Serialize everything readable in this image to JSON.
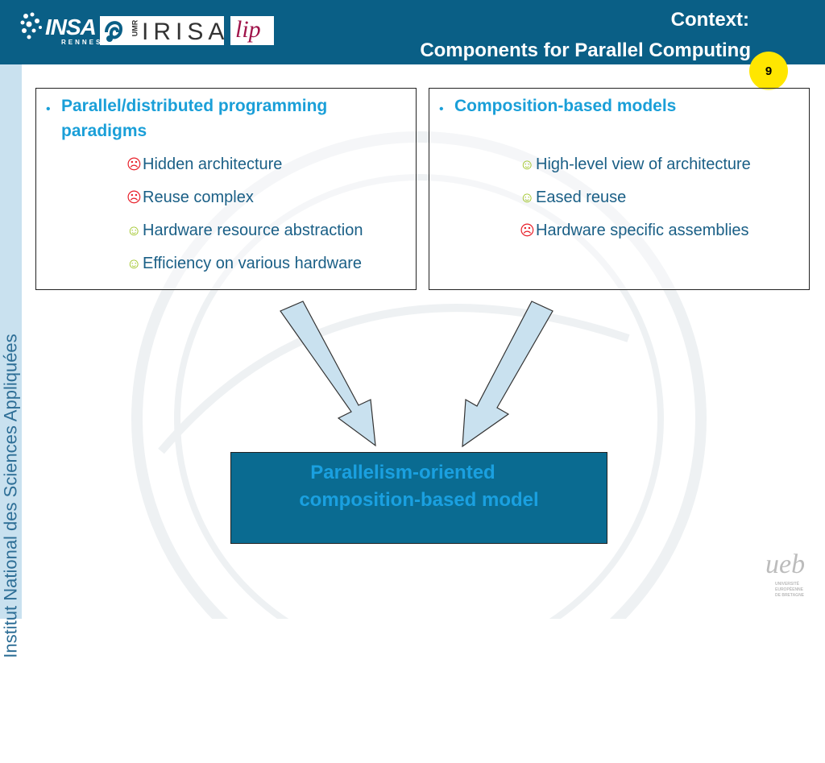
{
  "header": {
    "title_line1": "Context:",
    "title_line2": "Components for Parallel Computing",
    "page_number": "9",
    "logos": {
      "insa": "INSA",
      "insa_sub": "RENNES",
      "irisa_prefix": "UMR",
      "irisa": "IRISA",
      "lip": "lip"
    }
  },
  "sidebar": {
    "text": "Institut National des Sciences Appliquées"
  },
  "left_box": {
    "heading_line1": "Parallel/distributed programming",
    "heading_line2": "paradigms",
    "items": [
      {
        "icon": "sad-face-icon",
        "text": "Hidden architecture"
      },
      {
        "icon": "sad-face-icon",
        "text": "Reuse complex"
      },
      {
        "icon": "happy-face-icon",
        "text": "Hardware resource abstraction"
      },
      {
        "icon": "happy-face-icon",
        "text": "Efficiency on various hardware"
      }
    ]
  },
  "right_box": {
    "heading": "Composition-based models",
    "items": [
      {
        "icon": "happy-face-icon",
        "text": "High-level view of architecture"
      },
      {
        "icon": "happy-face-icon",
        "text": "Eased reuse"
      },
      {
        "icon": "sad-face-icon",
        "text": "Hardware specific assemblies"
      }
    ]
  },
  "result_box": {
    "line1": "Parallelism-oriented",
    "line2": "composition-based model"
  },
  "footer": {
    "logo": "ueb",
    "logo_sub": "UNIVERSITÉ EUROPÉENNE DE BRETAGNE"
  },
  "colors": {
    "header_bg": "#0a5f86",
    "accent_blue": "#1a9fd8",
    "sad": "#e8202a",
    "happy": "#9bc21c",
    "page_badge": "#ffe600",
    "arrow_fill": "#c9e1ef"
  }
}
